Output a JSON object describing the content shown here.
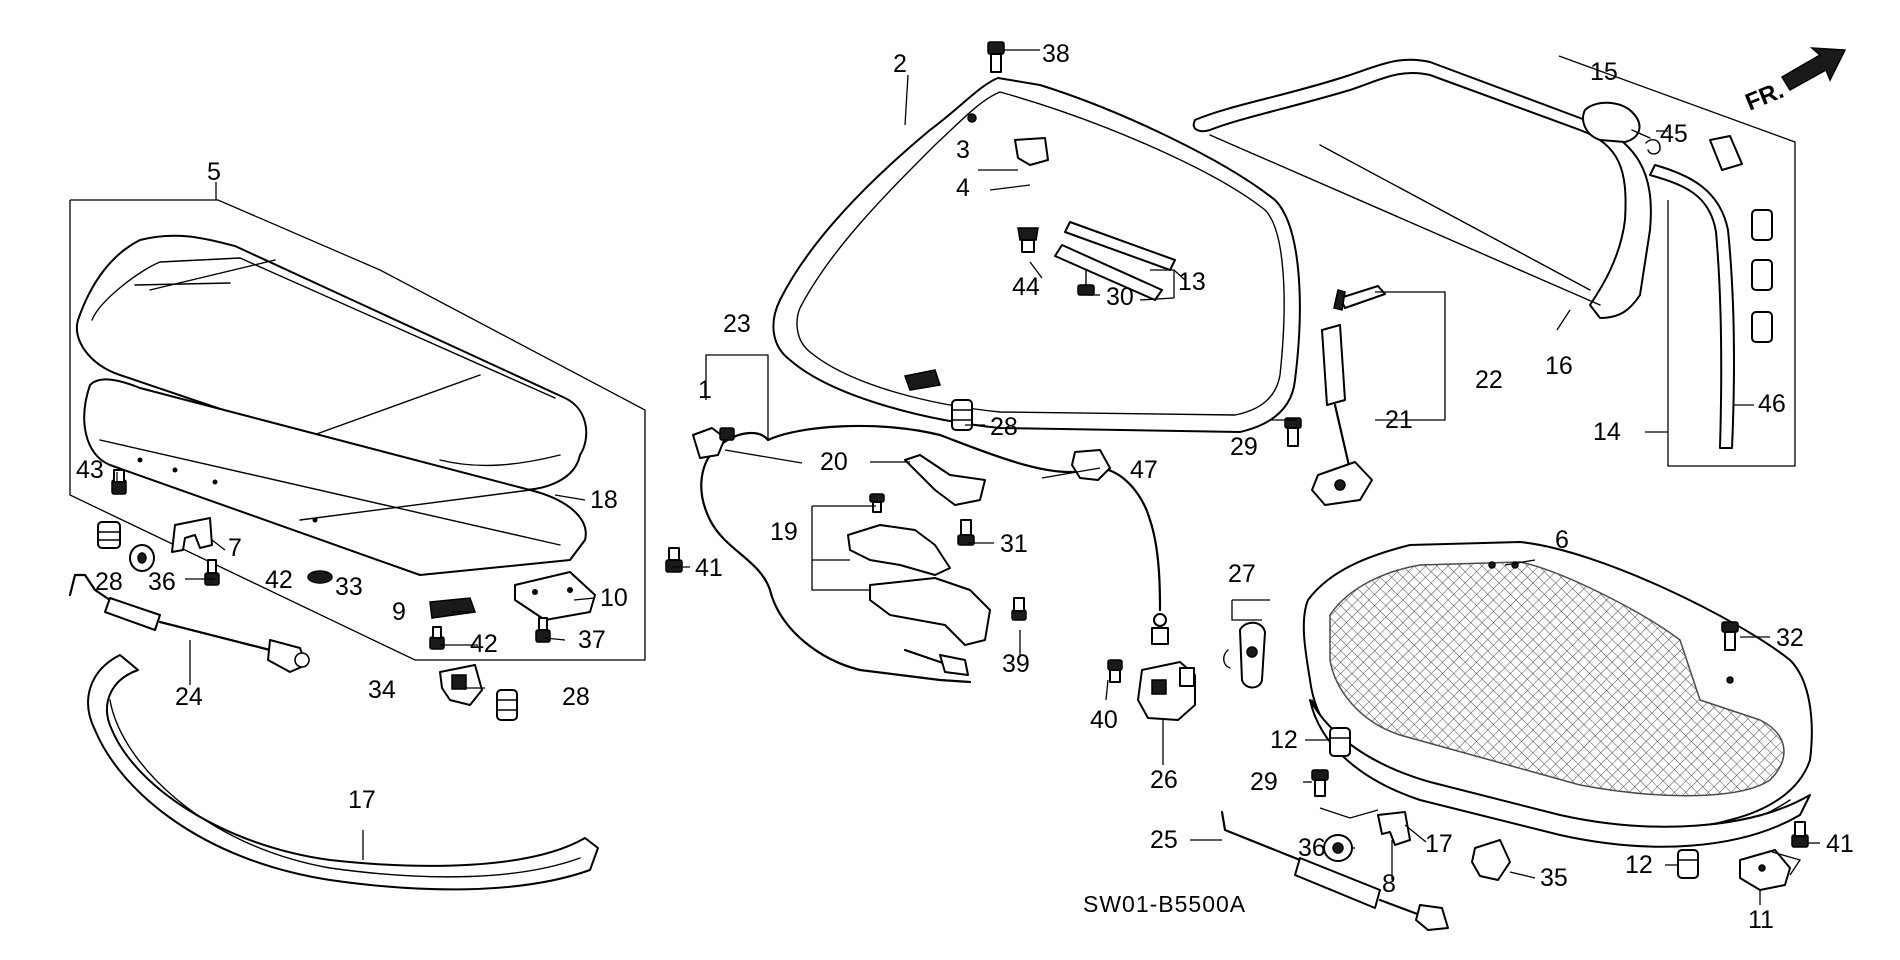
{
  "diagram_code": "SW01-B5500A",
  "front_indicator": "FR.",
  "callouts": {
    "c1": "1",
    "c2": "2",
    "c3": "3",
    "c4": "4",
    "c5": "5",
    "c6": "6",
    "c7": "7",
    "c8": "8",
    "c9": "9",
    "c10": "10",
    "c11": "11",
    "c12a": "12",
    "c12b": "12",
    "c13": "13",
    "c14": "14",
    "c15": "15",
    "c16": "16",
    "c17a": "17",
    "c17b": "17",
    "c18": "18",
    "c19": "19",
    "c20": "20",
    "c21": "21",
    "c22": "22",
    "c23": "23",
    "c24": "24",
    "c25": "25",
    "c26": "26",
    "c27": "27",
    "c28a": "28",
    "c28b": "28",
    "c28c": "28",
    "c29a": "29",
    "c29b": "29",
    "c30": "30",
    "c31": "31",
    "c32": "32",
    "c33": "33",
    "c34": "34",
    "c35": "35",
    "c36a": "36",
    "c36b": "36",
    "c37": "37",
    "c38": "38",
    "c39": "39",
    "c40": "40",
    "c41a": "41",
    "c41b": "41",
    "c42a": "42",
    "c42b": "42",
    "c43": "43",
    "c44": "44",
    "c45": "45",
    "c46": "46",
    "c47": "47"
  }
}
